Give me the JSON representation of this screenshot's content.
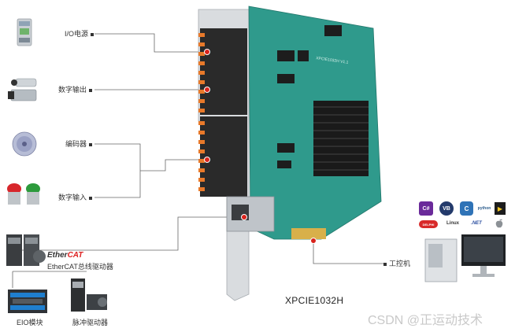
{
  "labels": {
    "io_power": "I/O电源",
    "digital_output": "数字输出",
    "encoder": "编码器",
    "digital_input": "数字输入",
    "ethercat_brand_ether": "Ether",
    "ethercat_brand_cat": "CAT",
    "ethercat_drive": "EtherCAT总线驱动器",
    "eio_module": "EIO模块",
    "pulse_drive": "脉冲驱动器",
    "industrial_pc": "工控机",
    "card_model": "XPCIE1032H",
    "board_silkscreen": "XPCIE1032H V1.1"
  },
  "software_badges": [
    {
      "name": "csharp-icon",
      "text": "C#"
    },
    {
      "name": "vb-icon",
      "text": "VB"
    },
    {
      "name": "cpp-icon",
      "text": "C"
    },
    {
      "name": "python-icon",
      "text": "python"
    },
    {
      "name": "labview-icon",
      "text": "▶"
    },
    {
      "name": "delphi-icon",
      "text": "DELPHI"
    },
    {
      "name": "linux-icon",
      "text": "Linux"
    },
    {
      "name": "dotnet-icon",
      "text": ".NET"
    },
    {
      "name": "apple-icon",
      "text": ""
    }
  ],
  "watermark": "CSDN @正运动技术",
  "colors": {
    "pcb": "#2f9a8c",
    "connector": "#2a2a2a",
    "terminal_orange": "#e8792a",
    "leader_line": "#555555",
    "marker_red": "#d9231c"
  }
}
